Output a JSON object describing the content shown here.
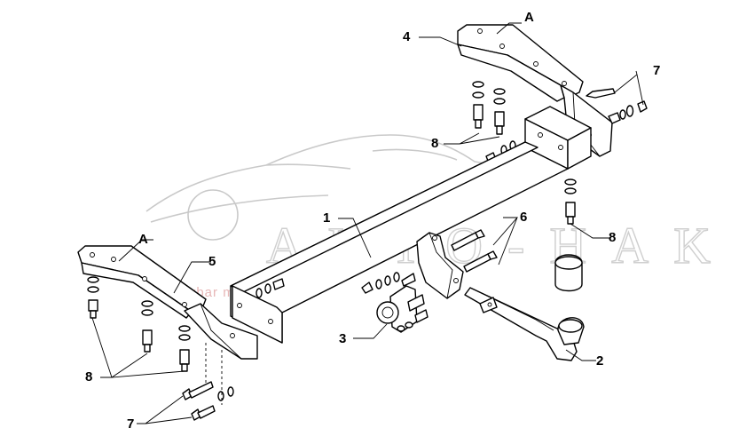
{
  "watermark": {
    "brand": "AUTO-HAK",
    "tagline": "towbar manufacturer"
  },
  "callouts": {
    "towbar_beam": "1",
    "ball_neck": "2",
    "socket_plate": "3",
    "bracket_right": "4",
    "bracket_left": "5",
    "bolt_set_center": "6",
    "bolt_set_side": "7",
    "bolt_washer_set": "8",
    "mount_point_a": "A"
  }
}
